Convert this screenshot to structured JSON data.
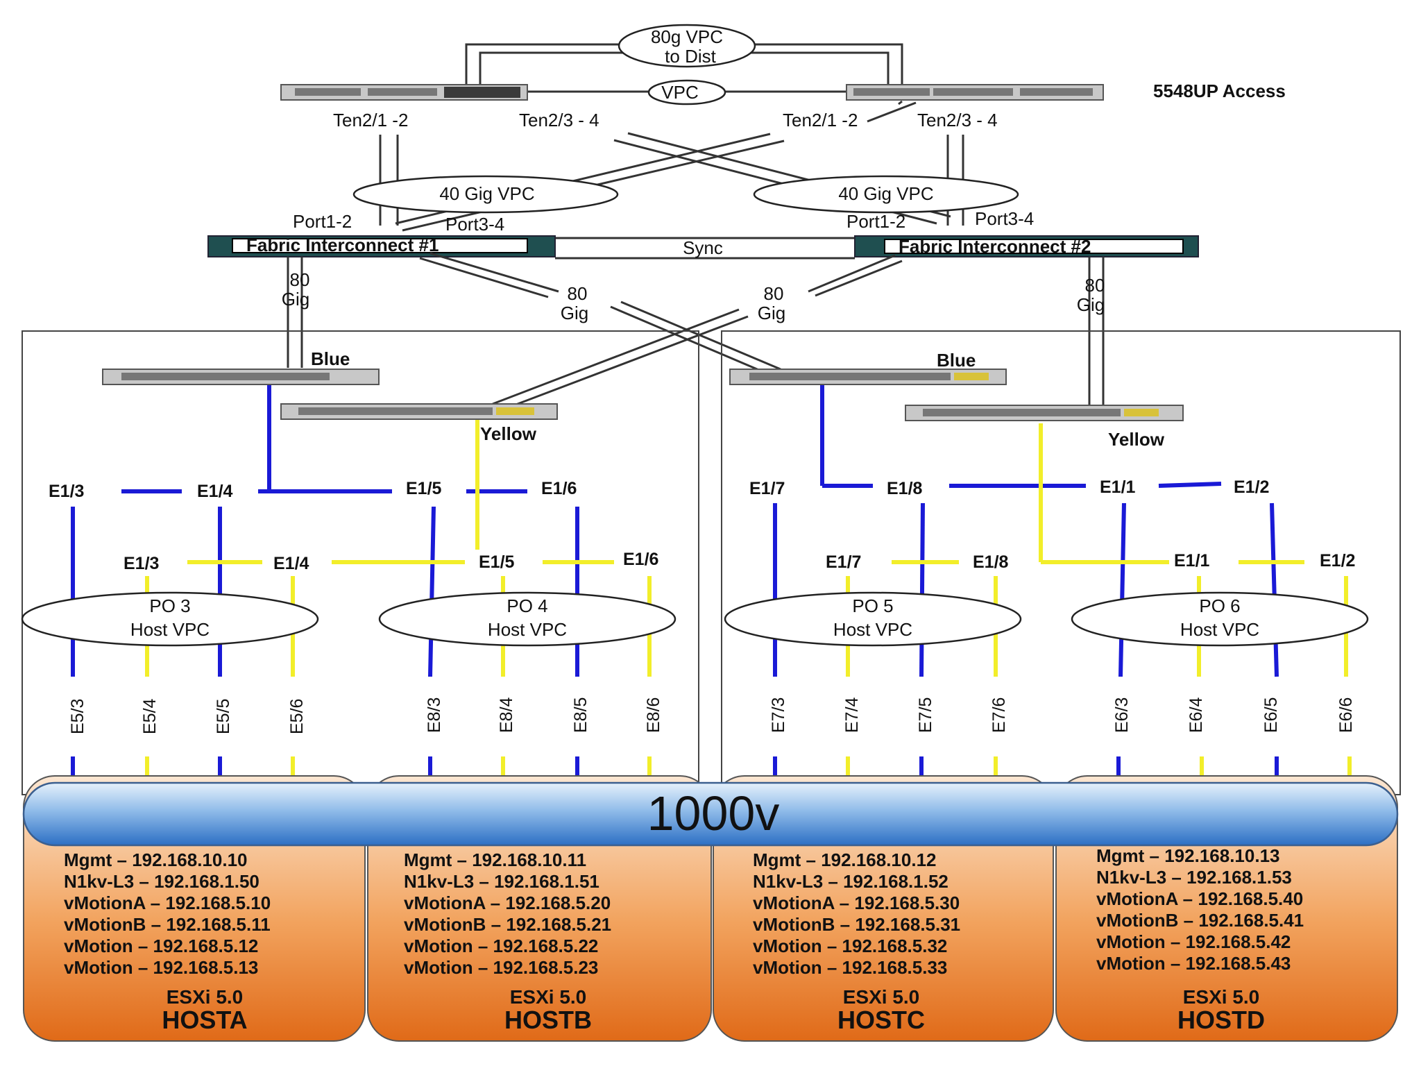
{
  "top": {
    "vpc_dist_line1": "80g VPC",
    "vpc_dist_line2": "to Dist",
    "vpc_label": "VPC",
    "access_label": "5548UP Access",
    "left_port_a": "Ten2/1 -2",
    "left_port_b": "Ten2/3 - 4",
    "right_port_a": "Ten2/1 -2",
    "right_port_b": "Ten2/3 - 4"
  },
  "fabric": {
    "vpc_left": "40 Gig VPC",
    "vpc_right": "40 Gig VPC",
    "fi1_port_a": "Port1-2",
    "fi1_port_b": "Port3-4",
    "fi2_port_a": "Port1-2",
    "fi2_port_b": "Port3-4",
    "fi1_label": "Fabric Interconnect #1",
    "fi2_label": "Fabric Interconnect #2",
    "sync_label": "Sync",
    "gig_num": "80",
    "gig_unit": "Gig"
  },
  "switches": {
    "blue": "Blue",
    "yellow": "Yellow"
  },
  "left_pod": {
    "blue_ports": [
      "E1/3",
      "E1/4",
      "E1/5",
      "E1/6"
    ],
    "yellow_ports": [
      "E1/3",
      "E1/4",
      "E1/5",
      "E1/6"
    ],
    "po_left": {
      "name": "PO 3",
      "type": "Host VPC"
    },
    "po_right": {
      "name": "PO 4",
      "type": "Host VPC"
    },
    "vports": [
      "E5/3",
      "E5/4",
      "E5/5",
      "E5/6",
      "E8/3",
      "E8/4",
      "E8/5",
      "E8/6"
    ]
  },
  "right_pod": {
    "blue_ports": [
      "E1/7",
      "E1/8",
      "E1/1",
      "E1/2"
    ],
    "yellow_ports": [
      "E1/7",
      "E1/8",
      "E1/1",
      "E1/2"
    ],
    "po_left": {
      "name": "PO 5",
      "type": "Host VPC"
    },
    "po_right": {
      "name": "PO 6",
      "type": "Host VPC"
    },
    "vports": [
      "E7/3",
      "E7/4",
      "E7/5",
      "E7/6",
      "E6/3",
      "E6/4",
      "E6/5",
      "E6/6"
    ]
  },
  "n1k": {
    "label": "1000v"
  },
  "hosts": [
    {
      "lines": [
        "Mgmt – 192.168.10.10",
        "N1kv-L3 – 192.168.1.50",
        "vMotionA – 192.168.5.10",
        "vMotionB – 192.168.5.11",
        "vMotion – 192.168.5.12",
        "vMotion – 192.168.5.13"
      ],
      "os": "ESXi 5.0",
      "name": "HOSTA"
    },
    {
      "lines": [
        "Mgmt – 192.168.10.11",
        "N1kv-L3 – 192.168.1.51",
        "vMotionA – 192.168.5.20",
        "vMotionB – 192.168.5.21",
        "vMotion – 192.168.5.22",
        "vMotion – 192.168.5.23"
      ],
      "os": "ESXi 5.0",
      "name": "HOSTB"
    },
    {
      "lines": [
        "Mgmt – 192.168.10.12",
        "N1kv-L3 – 192.168.1.52",
        "vMotionA – 192.168.5.30",
        "vMotionB – 192.168.5.31",
        "vMotion – 192.168.5.32",
        "vMotion – 192.168.5.33"
      ],
      "os": "ESXi 5.0",
      "name": "HOSTC"
    },
    {
      "lines": [
        "Mgmt – 192.168.10.13",
        "N1kv-L3 – 192.168.1.53",
        "vMotionA – 192.168.5.40",
        "vMotionB – 192.168.5.41",
        "vMotion – 192.168.5.42",
        "vMotion – 192.168.5.43"
      ],
      "os": "ESXi 5.0",
      "name": "HOSTD"
    }
  ],
  "colors": {
    "blue_link": "#1a1ad6",
    "yellow_link": "#f2ee2a",
    "host_orange": "#e8731f",
    "n1k_blue": "#3a86d8"
  }
}
